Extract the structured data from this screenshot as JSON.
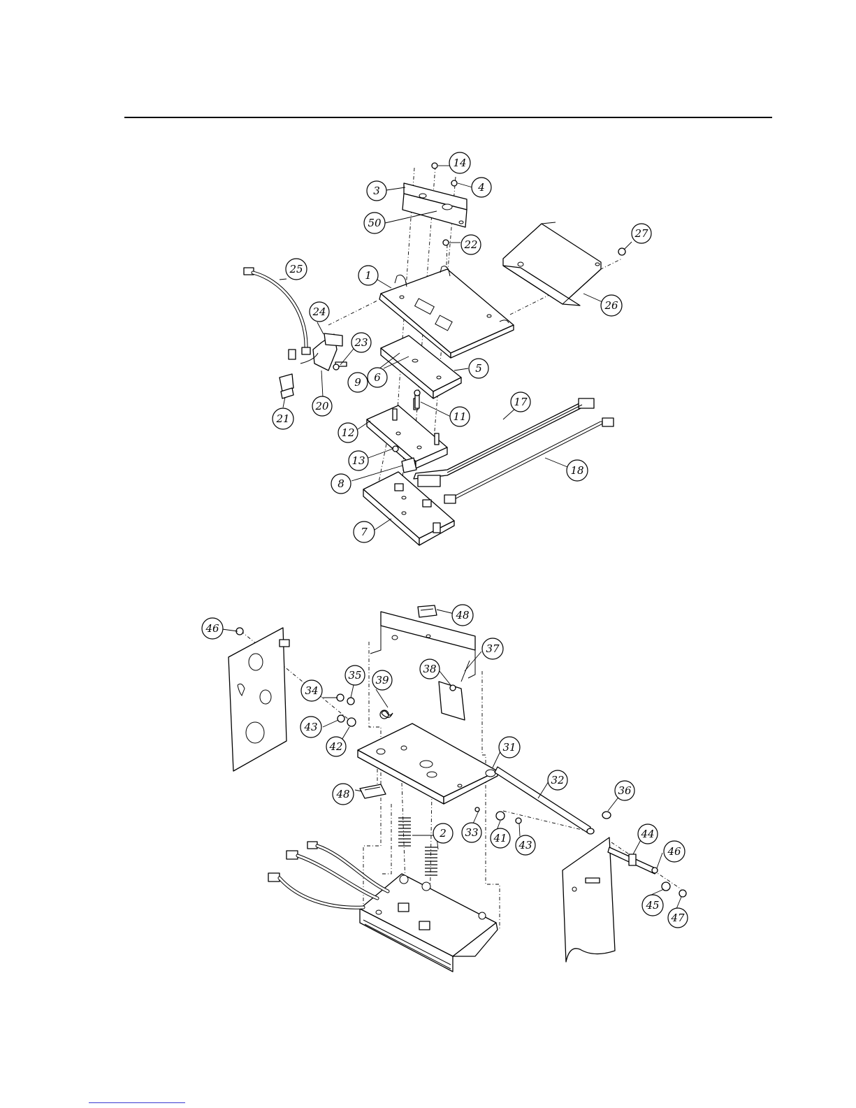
{
  "top_assembly": {
    "callouts": [
      "14",
      "3",
      "4",
      "50",
      "22",
      "27",
      "25",
      "1",
      "26",
      "24",
      "23",
      "9",
      "6",
      "5",
      "21",
      "20",
      "17",
      "11",
      "12",
      "18",
      "13",
      "8",
      "7"
    ]
  },
  "bottom_assembly": {
    "callouts": [
      "48",
      "46",
      "37",
      "38",
      "35",
      "39",
      "34",
      "43",
      "42",
      "31",
      "32",
      "48",
      "36",
      "2",
      "33",
      "41",
      "43",
      "44",
      "46",
      "45",
      "47"
    ]
  }
}
